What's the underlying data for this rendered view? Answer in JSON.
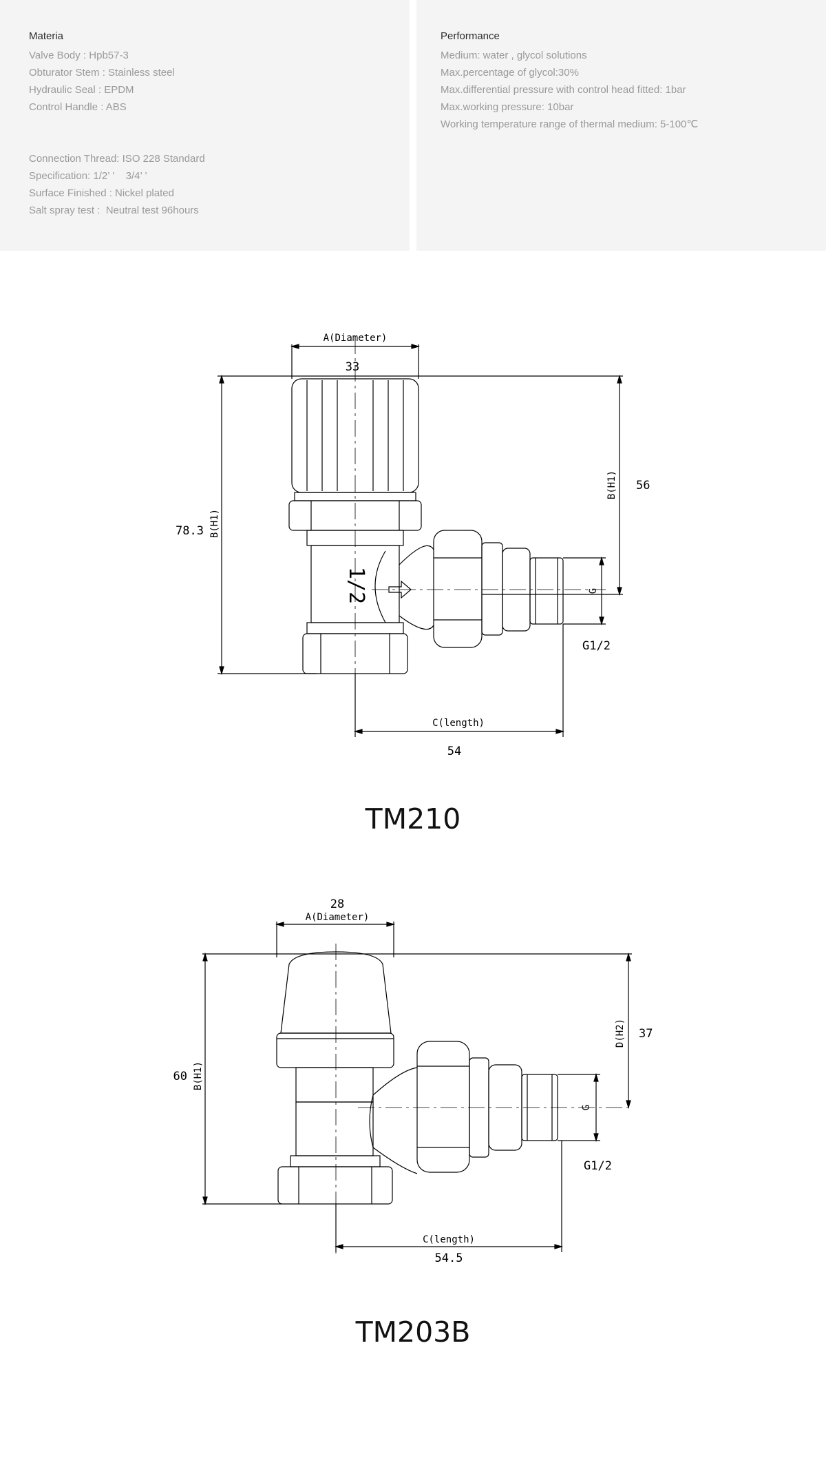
{
  "materials": {
    "title": "Materia",
    "lines": [
      "Valve Body : Hpb57-3",
      "Obturator Stem : Stainless steel",
      "Hydraulic Seal : EPDM",
      "Control Handle : ABS"
    ],
    "lines2": [
      "Connection Thread: ISO 228 Standard",
      "Specification: 1/2’ ’    3/4’ ’",
      "Surface Finished : Nickel plated",
      "Salt spray test :  Neutral test 96hours"
    ]
  },
  "performance": {
    "title": "Performance",
    "lines": [
      "Medium: water , glycol solutions",
      "Max.percentage of glycol:30%",
      "Max.differential pressure with control head fitted: 1bar",
      "Max.working pressure: 10bar",
      "Working temperature range of thermal medium: 5-100℃"
    ]
  },
  "tm210": {
    "model": "TM210",
    "a_label": "A(Diameter)",
    "a_value": "33",
    "b_label": "B(H1)",
    "b_value": "78.3",
    "b_label_right": "B(H1)",
    "h1_value": "56",
    "g_label": "G",
    "g_value": "G1/2",
    "c_label": "C(length)",
    "c_value": "54",
    "body_mark": "1/2"
  },
  "tm203b": {
    "model": "TM203B",
    "a_value": "28",
    "a_label": "A(Diameter)",
    "b_label": "B(H1)",
    "b_value": "60",
    "d_label": "D(H2)",
    "d_value": "37",
    "g_label": "G",
    "g_value": "G1/2",
    "c_label": "C(length)",
    "c_value": "54.5"
  }
}
